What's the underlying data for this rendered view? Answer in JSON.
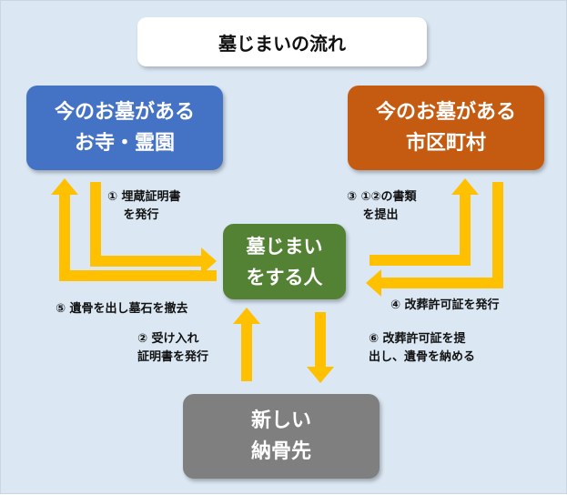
{
  "title": "墓じまいの流れ",
  "nodes": {
    "temple": "今のお墓がある\nお寺・霊園",
    "city": "今のお墓がある\n市区町村",
    "person": "墓じまい\nをする人",
    "new_grave": "新しい\n納骨先"
  },
  "steps": {
    "s1": "① 埋蔵証明書\n　 を発行",
    "s2": "② 受け入れ\n証明書を発行",
    "s3": "③ ①②の書類\n　 を提出",
    "s4": "④ 改葬許可証を発行",
    "s5": "⑤ 遺骨を出し墓石を撤去",
    "s6": "⑥ 改葬許可証を提\n出し、遺骨を納める"
  },
  "colors": {
    "background": "#dbe8f4",
    "temple": "#4472c4",
    "city": "#c55a11",
    "person": "#548235",
    "new_grave": "#7f7f7f",
    "arrow": "#ffc000"
  }
}
